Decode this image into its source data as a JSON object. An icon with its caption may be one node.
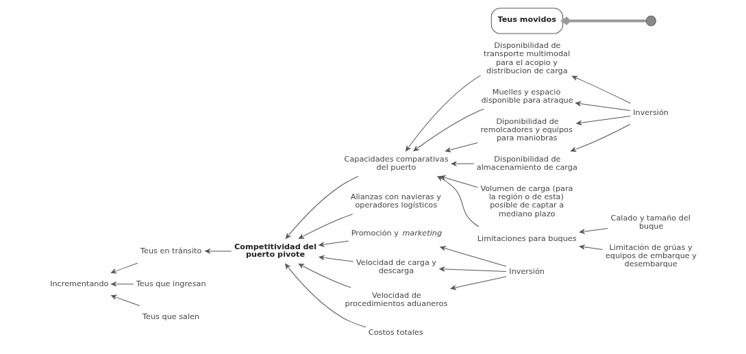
{
  "diagram": {
    "nodes": [
      {
        "text": [
          "Inversión"
        ]
      },
      {
        "text": [
          "Disponibilidad de transporte multimodal para el acopio y distribucion de carga"
        ]
      },
      {
        "text": [
          "Muelles y espacio disponible para atraque"
        ]
      },
      {
        "text": [
          "Diponibilidad de remolcadores y equipos para maniobras"
        ]
      },
      {
        "text": [
          "Disponibilidad de almacenamiento de carga"
        ]
      },
      {
        "text": [
          "Volumen de carga (para la región o de esta) posible de captar a mediano plazo"
        ]
      },
      {
        "text": [
          "Capacidades comparativas del puerto"
        ]
      },
      {
        "text": [],
        "shape": "circle"
      },
      {
        "text": [
          "Incrementando"
        ]
      },
      {
        "text": [
          "Teus movidos"
        ]
      },
      {
        "text": [
          "Teus que ingresan"
        ]
      },
      {
        "text": [
          "Teus que salen"
        ]
      },
      {
        "text": [
          "Teus en tránsito"
        ]
      },
      {
        "text": [
          "Calado y tamaño del buque"
        ]
      },
      {
        "text": [
          "Limitaciones para buques"
        ]
      },
      {
        "text": [
          "Limitación de grúas y equipos de embarque y desembarque"
        ]
      },
      {
        "text": [
          "Alianzas con navieras y operadores logísticos"
        ]
      },
      {
        "text": [
          "Competitividad del puerto pivote"
        ]
      },
      {
        "text": [
          "Promoción y *marketing*"
        ]
      },
      {
        "text": [
          "Inversión"
        ]
      },
      {
        "text": [
          "Velocidad de carga y descarga"
        ]
      },
      {
        "text": [
          "Costos totales"
        ]
      },
      {
        "text": [
          "Velocidad de procedimientos aduaneros"
        ]
      }
    ],
    "edges": [
      {
        "from": 0,
        "to": 1,
        "arrow": "to"
      },
      {
        "from": 0,
        "to": 2,
        "arrow": "to"
      },
      {
        "from": 0,
        "to": 3,
        "arrow": "to"
      },
      {
        "from": 0,
        "to": 4,
        "arrow": "to"
      },
      {
        "from": 1,
        "to": 6,
        "arrow": "to"
      },
      {
        "from": 2,
        "to": 6,
        "arrow": "to"
      },
      {
        "from": 3,
        "to": 6,
        "arrow": "to"
      },
      {
        "from": 4,
        "to": 6,
        "arrow": "to"
      },
      {
        "from": 5,
        "to": 6,
        "arrow": "to"
      },
      {
        "from": 14,
        "to": 6,
        "arrow": "to"
      },
      {
        "from": 13,
        "to": 14,
        "arrow": "to"
      },
      {
        "from": 15,
        "to": 14,
        "arrow": "to"
      },
      {
        "from": 6,
        "to": 17,
        "arrow": "to"
      },
      {
        "from": 16,
        "to": 17,
        "arrow": "to"
      },
      {
        "from": 18,
        "to": 17,
        "arrow": "to"
      },
      {
        "from": 20,
        "to": 17,
        "arrow": "to"
      },
      {
        "from": 21,
        "to": 17,
        "arrow": "to"
      },
      {
        "from": 22,
        "to": 17,
        "arrow": "to"
      },
      {
        "from": 19,
        "to": 18,
        "arrow": "to"
      },
      {
        "from": 19,
        "to": 20,
        "arrow": "to"
      },
      {
        "from": 19,
        "to": 22,
        "arrow": "to"
      },
      {
        "from": 17,
        "to": 12,
        "arrow": "to"
      },
      {
        "from": 10,
        "to": 8,
        "arrow": "to"
      },
      {
        "from": 11,
        "to": 8,
        "arrow": "to"
      },
      {
        "from": 12,
        "to": 8,
        "arrow": "to"
      },
      {
        "from": 7,
        "to": 9,
        "arrow": "to",
        "style": "thick",
        "color": "#999999"
      }
    ]
  }
}
